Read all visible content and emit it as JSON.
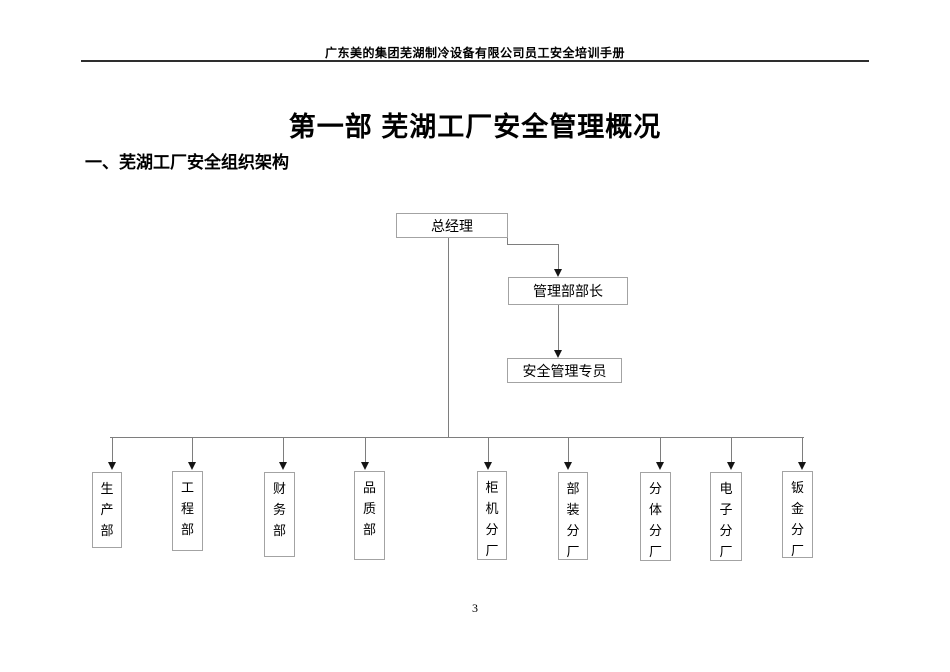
{
  "page": {
    "header_title": "广东美的集团芜湖制冷设备有限公司员工安全培训手册",
    "title": "第一部 芜湖工厂安全管理概况",
    "section_heading": "一、芜湖工厂安全组织架构",
    "page_number": "3"
  },
  "org_chart": {
    "root": "总经理",
    "manager": "管理部部长",
    "specialist": "安全管理专员",
    "departments": [
      {
        "label": "生产部"
      },
      {
        "label": "工程部"
      },
      {
        "label": "财务部"
      },
      {
        "label": "品质部"
      },
      {
        "label": "柜机分厂"
      },
      {
        "label": "部装分厂"
      },
      {
        "label": "分体分厂"
      },
      {
        "label": "电子分厂"
      },
      {
        "label": "钣金分厂"
      }
    ]
  },
  "colors": {
    "background": "#ffffff",
    "text": "#000000",
    "header_rule": "#2e2e2e",
    "connector_line": "#7e7e7e",
    "box_border": "#a3a3a3",
    "arrow": "#141414"
  }
}
